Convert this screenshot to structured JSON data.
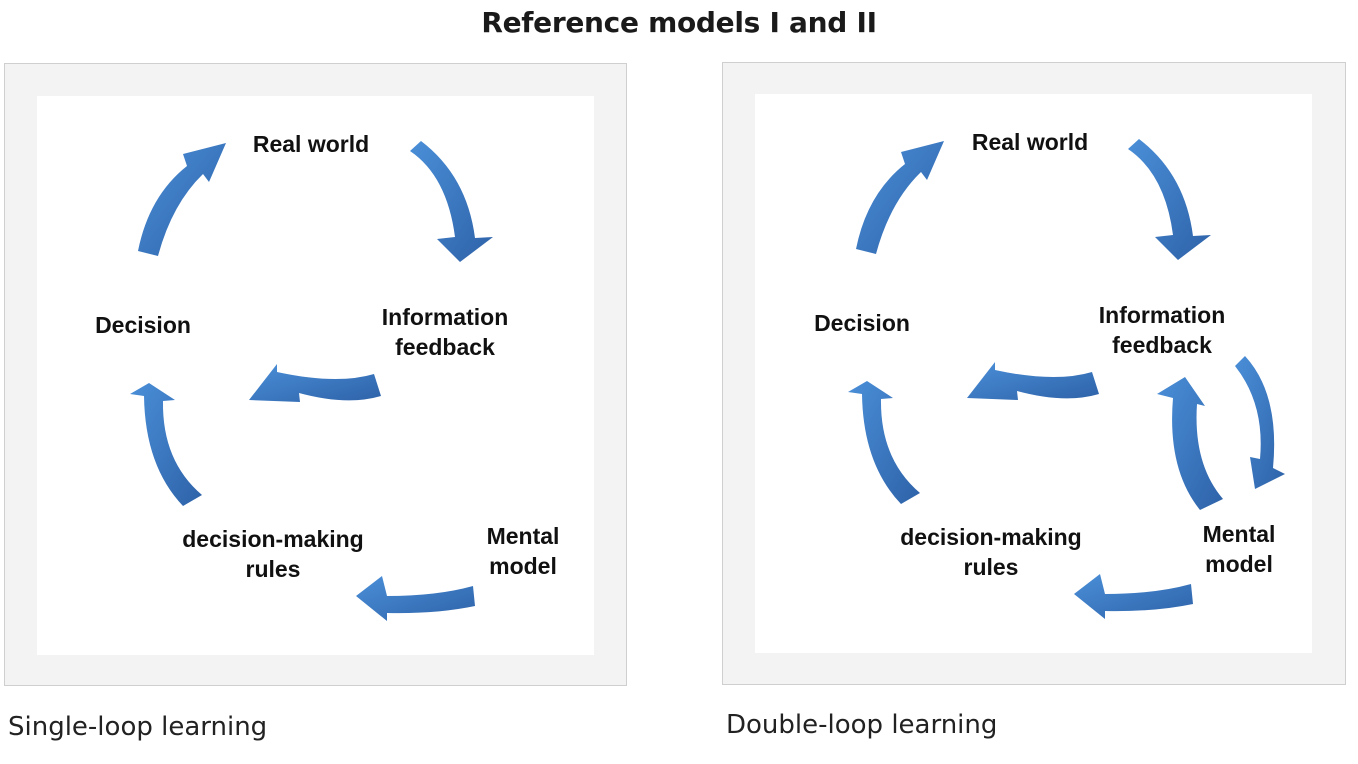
{
  "page": {
    "title": "Reference models I and II"
  },
  "colors": {
    "arrow_light": "#4a8fd8",
    "arrow_dark": "#2e62a8",
    "panel_border": "#cfcfcf",
    "panel_frame": "#f3f3f3"
  },
  "single_loop": {
    "caption": "Single-loop learning",
    "nodes": {
      "real_world": "Real world",
      "information_feedback": [
        "Information",
        "feedback"
      ],
      "mental_model": [
        "Mental",
        "model"
      ],
      "decision_rules": [
        "decision-making",
        "rules"
      ],
      "decision": "Decision"
    }
  },
  "double_loop": {
    "caption": "Double-loop learning",
    "nodes": {
      "real_world": "Real world",
      "information_feedback": [
        "Information",
        "feedback"
      ],
      "mental_model": [
        "Mental",
        "model"
      ],
      "decision_rules": [
        "decision-making",
        "rules"
      ],
      "decision": "Decision"
    }
  }
}
